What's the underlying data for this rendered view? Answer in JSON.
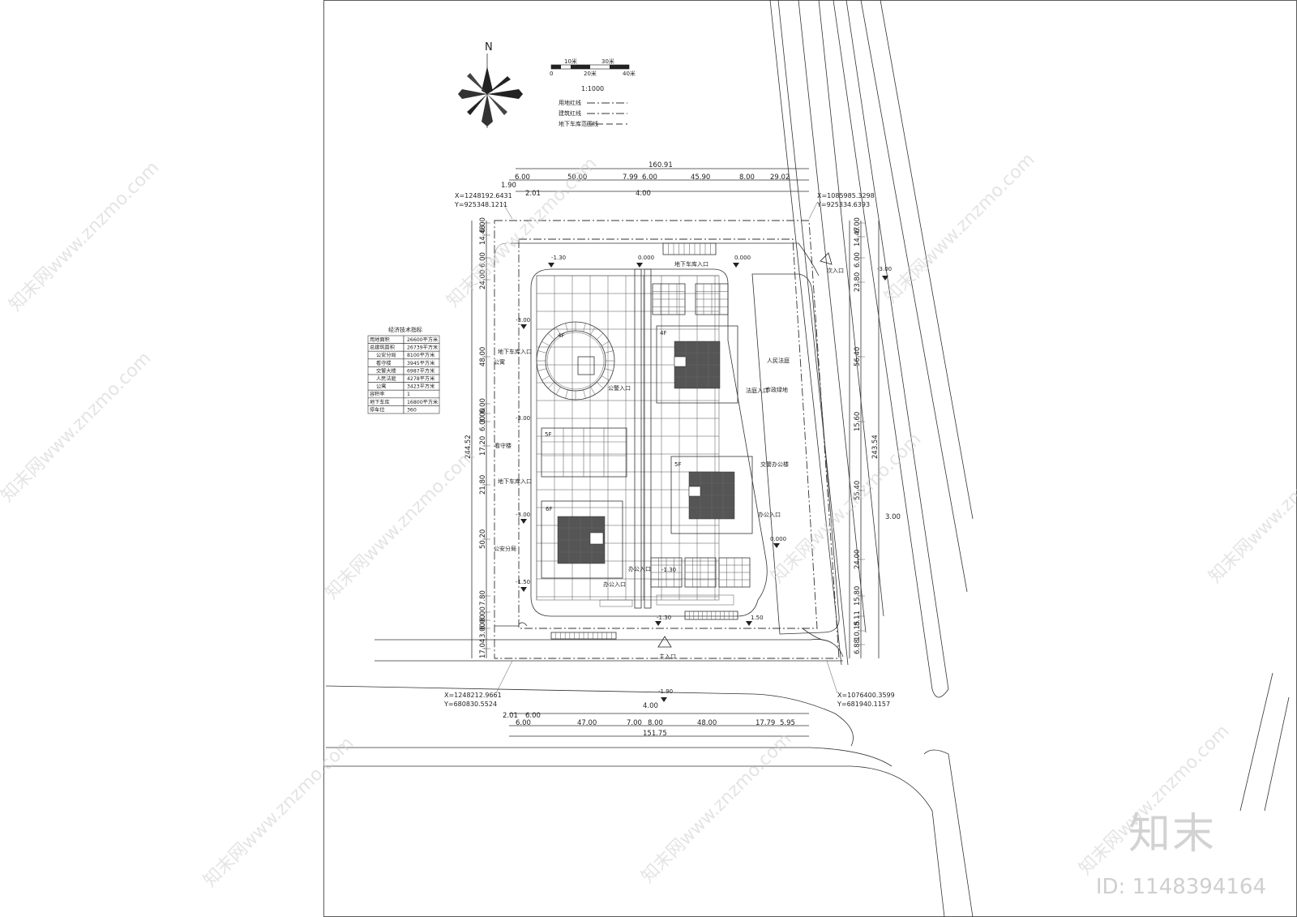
{
  "north_label": "N",
  "scale_bar": {
    "top": [
      "10米",
      "30米"
    ],
    "bottom": [
      "0",
      "20米",
      "40米"
    ],
    "ratio": "1:1000"
  },
  "legend": [
    {
      "label": "用地红线"
    },
    {
      "label": "建筑红线"
    },
    {
      "label": "地下车库范围线"
    }
  ],
  "econ_table": {
    "title": "经济技术指标",
    "rows": [
      {
        "label": "用地面积",
        "value": "26600平方米",
        "indent": false
      },
      {
        "label": "总建筑面积",
        "value": "26739平方米",
        "indent": false
      },
      {
        "label": "公安分局",
        "value": "8100平方米",
        "indent": true
      },
      {
        "label": "看守楼",
        "value": "3945平方米",
        "indent": true
      },
      {
        "label": "交警大楼",
        "value": "6987平方米",
        "indent": true
      },
      {
        "label": "人民法庭",
        "value": "4278平方米",
        "indent": true
      },
      {
        "label": "公寓",
        "value": "3423平方米",
        "indent": true
      },
      {
        "label": "容积率",
        "value": "1",
        "indent": false
      },
      {
        "label": "地下车库",
        "value": "16800平方米",
        "indent": false
      },
      {
        "label": "停车位",
        "value": "360",
        "indent": false
      }
    ]
  },
  "coords": {
    "nw": {
      "x": "X=1248192.6431",
      "y": "Y=925348.1211"
    },
    "ne": {
      "x": "X=1085985.3298",
      "y": "Y=925334.6393"
    },
    "sw": {
      "x": "X=1248212.9661",
      "y": "Y=680830.5524"
    },
    "se": {
      "x": "X=1076400.3599",
      "y": "Y=681940.1157"
    }
  },
  "dims": {
    "top_total": "160.91",
    "top": [
      "1.90",
      "6.00",
      "50.00",
      "7.99",
      "6.00",
      "45.90",
      "8.00",
      "29.02"
    ],
    "top_sub": [
      "2.01",
      "4.00"
    ],
    "bottom_total": "151.75",
    "bottom": [
      "6.00",
      "47.00",
      "7.00",
      "8.00",
      "48.00",
      "17.79",
      "5.95"
    ],
    "bottom_sub": [
      "2.01",
      "6.00",
      "4.00"
    ],
    "left_total": "244.52",
    "left": [
      "6.00",
      "14.48",
      "6.00",
      "24.00",
      "48.00",
      "6.00",
      "3.00",
      "6.00",
      "17.20",
      "21.80",
      "50.20",
      "7.80",
      "6.00",
      "6.00",
      "3.00",
      "17.04"
    ],
    "right_total": "243.54",
    "right": [
      "6.00",
      "14.47",
      "6.00",
      "23.80",
      "56.40",
      "15.60",
      "55.40",
      "24.00",
      "15.80",
      "8.11",
      "10.15",
      "6.88"
    ],
    "road": "3.00"
  },
  "elevations": [
    "-1.30",
    "0.000",
    "0.000",
    "-3.00",
    "-3.00",
    "-3.00",
    "-3.00",
    "-1.50",
    "0.000",
    "-1.30",
    "-1.30",
    "1.50",
    "-1.90"
  ],
  "floors": [
    "4F",
    "4F",
    "5F",
    "5F",
    "6F"
  ],
  "labels": {
    "garage_entry_top": "地下车库入口",
    "garage_entry_left1": "地下车库入口",
    "garage_entry_left2": "地下车库入口",
    "apartment": "公寓",
    "police_entry": "公警入口",
    "court": "人民法庭",
    "court_entry": "法庭入口",
    "greenland": "市政绿地",
    "detention": "看守楼",
    "traffic_police": "交警办公楼",
    "public_entry": "办公入口",
    "public_security": "公安分局",
    "office_entry": "办公入口",
    "side_entry": "办公入口",
    "main_entry": "主入口",
    "secondary_entry": "次入口"
  },
  "watermark": "知末网www.znzmo.com",
  "brand": "知末",
  "brand_id": "ID: 1148394164"
}
